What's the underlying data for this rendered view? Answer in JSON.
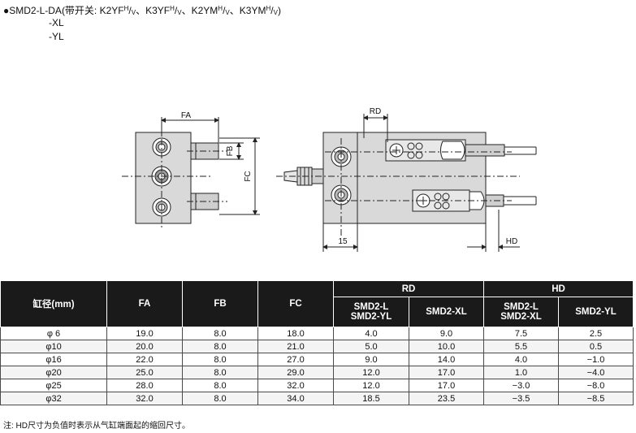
{
  "title": {
    "bullet": "●",
    "model": "SMD2-L-DA",
    "paren_open": "(带开关: ",
    "switches": [
      {
        "base": "K2YF",
        "sup": "H",
        "sub": "V",
        "sep": "、"
      },
      {
        "base": "K3YF",
        "sup": "H",
        "sub": "V",
        "sep": "、"
      },
      {
        "base": "K2YM",
        "sup": "H",
        "sub": "V",
        "sep": "、"
      },
      {
        "base": "K3YM",
        "sup": "H",
        "sub": "V",
        "sep": ")"
      }
    ],
    "variants": [
      "-XL",
      "-YL"
    ]
  },
  "drawing": {
    "left": {
      "fa": "FA",
      "fb": "FB",
      "fc": "FC"
    },
    "right": {
      "rd": "RD",
      "dim_15": "15",
      "hd": "HD"
    }
  },
  "table": {
    "headers": {
      "bore": "缸径(mm)",
      "fa": "FA",
      "fb": "FB",
      "fc": "FC",
      "rd": "RD",
      "hd": "HD",
      "rd_col1": [
        "SMD2-L",
        "SMD2-YL"
      ],
      "rd_col2": "SMD2-XL",
      "hd_col1": [
        "SMD2-L",
        "SMD2-XL"
      ],
      "hd_col2": "SMD2-YL"
    },
    "rows": [
      [
        "φ  6",
        "19.0",
        "8.0",
        "18.0",
        "4.0",
        "9.0",
        "7.5",
        "2.5"
      ],
      [
        "φ10",
        "20.0",
        "8.0",
        "21.0",
        "5.0",
        "10.0",
        "5.5",
        "0.5"
      ],
      [
        "φ16",
        "22.0",
        "8.0",
        "27.0",
        "9.0",
        "14.0",
        "4.0",
        "−1.0"
      ],
      [
        "φ20",
        "25.0",
        "8.0",
        "29.0",
        "12.0",
        "17.0",
        "1.0",
        "−4.0"
      ],
      [
        "φ25",
        "28.0",
        "8.0",
        "32.0",
        "12.0",
        "17.0",
        "−3.0",
        "−8.0"
      ],
      [
        "φ32",
        "32.0",
        "8.0",
        "34.0",
        "18.5",
        "23.5",
        "−3.5",
        "−8.5"
      ]
    ]
  },
  "note": "注: HD尺寸为负值时表示从气缸端面起的缩回尺寸。"
}
